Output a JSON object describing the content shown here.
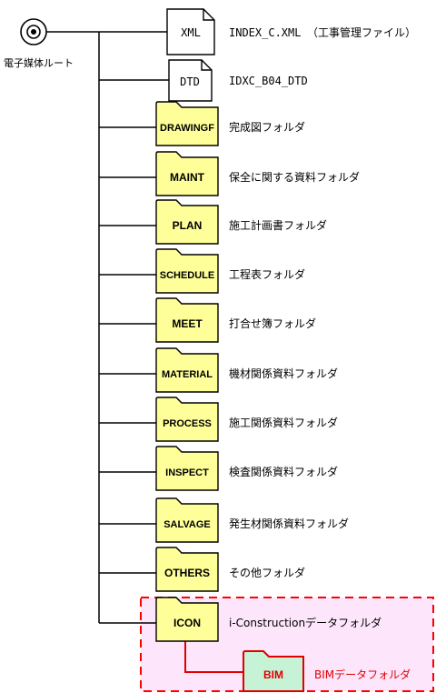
{
  "root": {
    "label": "電子媒体ルート",
    "icon": "cd-disc-icon"
  },
  "files": [
    {
      "ext": "XML",
      "name": "INDEX_C.XML",
      "desc": "（工事管理ファイル）"
    },
    {
      "ext": "DTD",
      "name": "IDXC_B04_DTD",
      "desc": ""
    }
  ],
  "folders": [
    {
      "code": "DRAWINGF",
      "desc": "完成図フォルダ"
    },
    {
      "code": "MAINT",
      "desc": "保全に関する資料フォルダ"
    },
    {
      "code": "PLAN",
      "desc": "施工計画書フォルダ"
    },
    {
      "code": "SCHEDULE",
      "desc": "工程表フォルダ"
    },
    {
      "code": "MEET",
      "desc": "打合せ簿フォルダ"
    },
    {
      "code": "MATERIAL",
      "desc": "機材関係資料フォルダ"
    },
    {
      "code": "PROCESS",
      "desc": "施工関係資料フォルダ"
    },
    {
      "code": "INSPECT",
      "desc": "検査関係資料フォルダ"
    },
    {
      "code": "SALVAGE",
      "desc": "発生材関係資料フォルダ"
    },
    {
      "code": "OTHERS",
      "desc": "その他フォルダ"
    },
    {
      "code": "ICON",
      "desc": "i-Constructionデータフォルダ"
    }
  ],
  "subfolder": {
    "code": "BIM",
    "desc": "BIMデータフォルダ"
  },
  "colors": {
    "folder_fill": "#ffff99",
    "line": "#000000",
    "highlight_fill": "#fde6fb",
    "highlight_border": "#ff0000",
    "bim_fill": "#c6f3d6",
    "bim_line": "#e00000",
    "bim_text": "#e00000"
  }
}
